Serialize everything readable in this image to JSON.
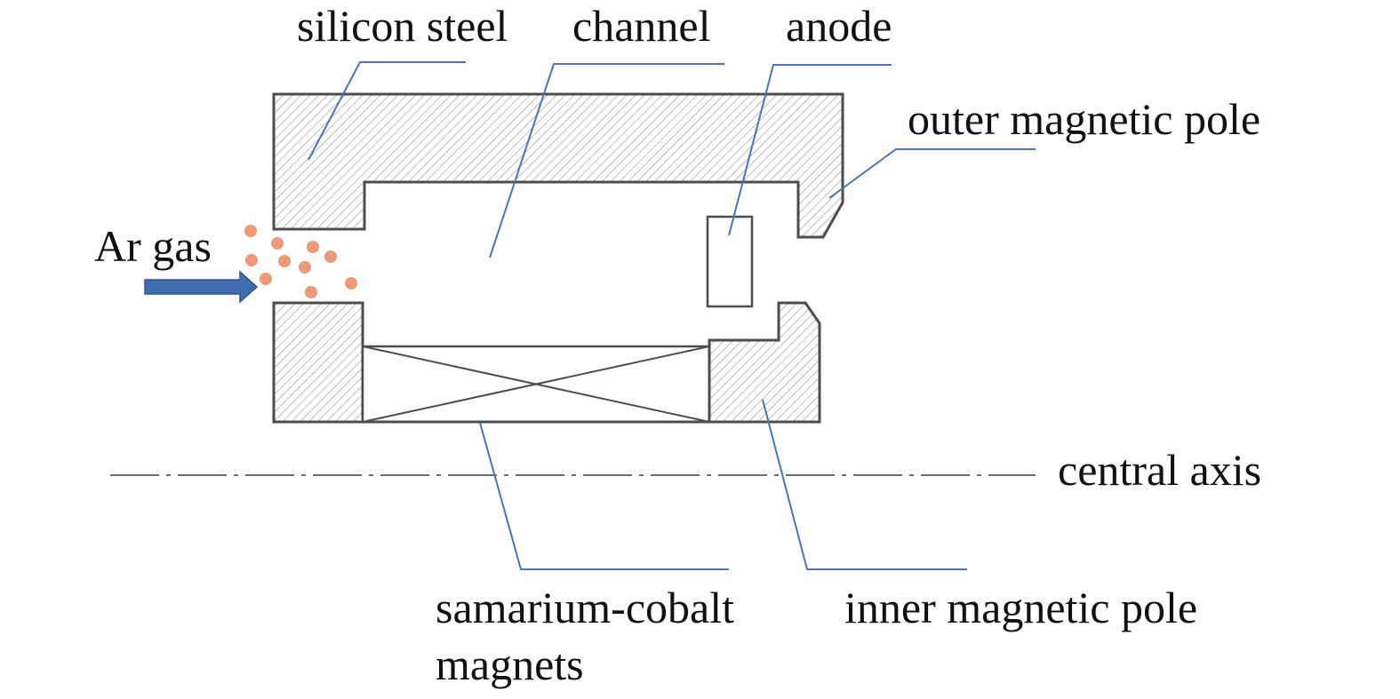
{
  "labels": {
    "silicon_steel": "silicon steel",
    "channel": "channel",
    "anode": "anode",
    "outer_magnetic_pole": "outer magnetic pole",
    "ar_gas": "Ar gas",
    "central_axis": "central axis",
    "samarium_cobalt_line1": "samarium-cobalt",
    "samarium_cobalt_line2": "magnets",
    "inner_magnetic_pole": "inner magnetic pole"
  },
  "colors": {
    "leader_line": "#4a72c4",
    "gas_particles": "#ee9a78",
    "gas_arrow": "#3f6db0",
    "hatch": "#9a9a9a",
    "outline": "#4d4d4d",
    "axis": "#6b6b6b"
  }
}
